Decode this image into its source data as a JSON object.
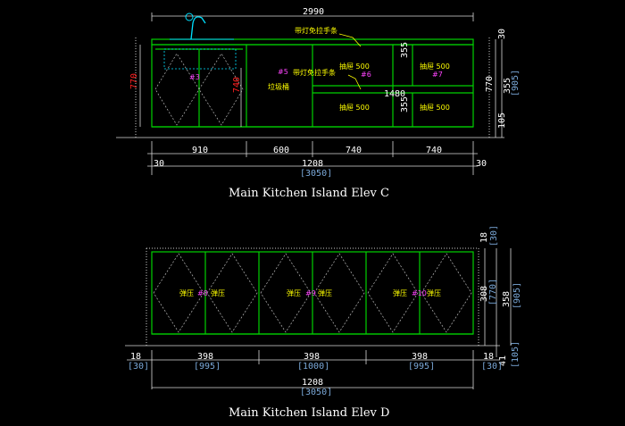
{
  "elev_c": {
    "title": "Main Kitchen Island Elev C",
    "overall_top": "2990",
    "overall_bottom": "1208",
    "overall_bottom_sub": "[3050]",
    "end_left": "30",
    "end_right": "30",
    "widths": [
      "910",
      "600",
      "740",
      "740"
    ],
    "height_left": "770",
    "height_sink": "740",
    "right_dims": [
      "30",
      "770",
      "355",
      "[905]",
      "105"
    ],
    "drawer_heights": [
      "355",
      "355"
    ],
    "mid_dim": "1480",
    "labels": {
      "handle_top": "带灯免拉手条",
      "handle_mid": "带灯免拉手条",
      "trash": "垃圾桶",
      "drawer1": "抽屉 500",
      "drawer2": "抽屉 500",
      "drawer3": "抽屉 500",
      "drawer4": "抽屉 500"
    },
    "tags": [
      "#5",
      "#6",
      "#7",
      "#3"
    ]
  },
  "elev_d": {
    "title": "Main Kitchen Island Elev D",
    "overall_bottom": "1208",
    "overall_bottom_sub": "[3050]",
    "end_left": "18",
    "end_left_sub": "[30]",
    "end_right": "18",
    "end_right_sub": "[30]",
    "widths": [
      "398",
      "398",
      "398"
    ],
    "widths_sub": [
      "[995]",
      "[1000]",
      "[995]"
    ],
    "right_dims": [
      "18",
      "[30]",
      "308",
      "[770]",
      "358",
      "[905]",
      "41",
      "[105]"
    ],
    "push_label": "弹压",
    "tags": [
      "#8",
      "#9",
      "#10"
    ]
  },
  "colors": {
    "background": "#000000",
    "cabinet": "#00d000",
    "dimension": "#ffffff",
    "annotation": "#ffff00",
    "tag": "#ff44ff",
    "height_mark": "#ff2020",
    "bracket_dim": "#7aa8d8"
  }
}
